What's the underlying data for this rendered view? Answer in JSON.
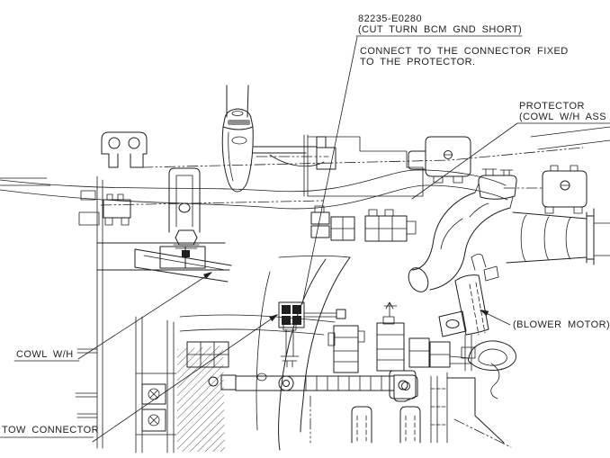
{
  "colors": {
    "line": "#1f1f1f",
    "background": "#ffffff",
    "shade": "#8f8f8f"
  },
  "labels": {
    "part_number": "82235-E0280",
    "part_note": "(CUT TURN BCM GND SHORT)",
    "instruction_line1": "CONNECT TO THE CONNECTOR FIXED",
    "instruction_line2": "TO THE PROTECTOR.",
    "protector_line1": "PROTECTOR",
    "protector_line2": "(COWL W/H ASS",
    "blower_motor": "(BLOWER MOTOR)",
    "cowl_wh": "COWL W/H",
    "tow_connector": "TOW CONNECTOR"
  }
}
